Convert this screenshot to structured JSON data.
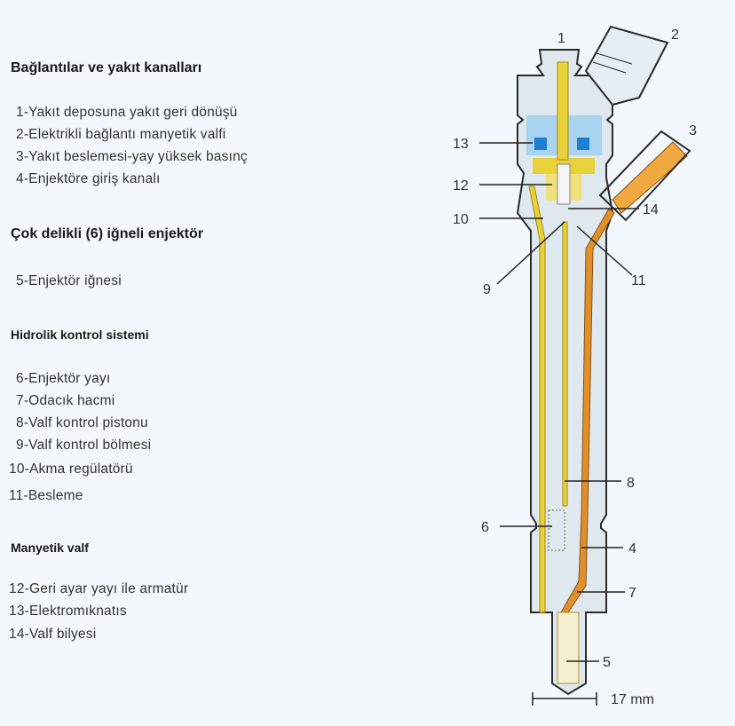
{
  "legend": {
    "sections": [
      {
        "title": "Bağlantılar ve yakıt kanalları",
        "items": [
          "1-Yakıt deposuna yakıt geri dönüşü",
          "2-Elektrikli bağlantı manyetik valfi",
          "3-Yakıt beslemesi-yay yüksek basınç",
          "4-Enjektöre giriş kanalı"
        ]
      },
      {
        "title": "Çok delikli (6) iğneli enjektör",
        "items": [
          "5-Enjektör iğnesi"
        ]
      },
      {
        "title": "Hidrolik kontrol sistemi",
        "items": [
          "6-Enjektör yayı",
          "7-Odacık hacmi",
          "8-Valf kontrol pistonu",
          "9-Valf kontrol bölmesi",
          "10-Akma regülatörü",
          "11-Besleme"
        ]
      },
      {
        "title": "Manyetik valf",
        "items": [
          "12-Geri ayar yayı ile armatür",
          "13-Elektromıknatıs",
          "14-Valf bilyesi"
        ]
      }
    ]
  },
  "diagram": {
    "callouts": [
      "1",
      "2",
      "3",
      "4",
      "5",
      "6",
      "7",
      "8",
      "9",
      "10",
      "11",
      "12",
      "13",
      "14"
    ],
    "dimension": "17 mm",
    "colors": {
      "return": "#e8d23a",
      "supply": "#e0902a",
      "coil": "#1e7fd0",
      "chamber": "#a9d3ee",
      "body": "#dfe8ee",
      "outline": "#2a2a2a"
    }
  }
}
